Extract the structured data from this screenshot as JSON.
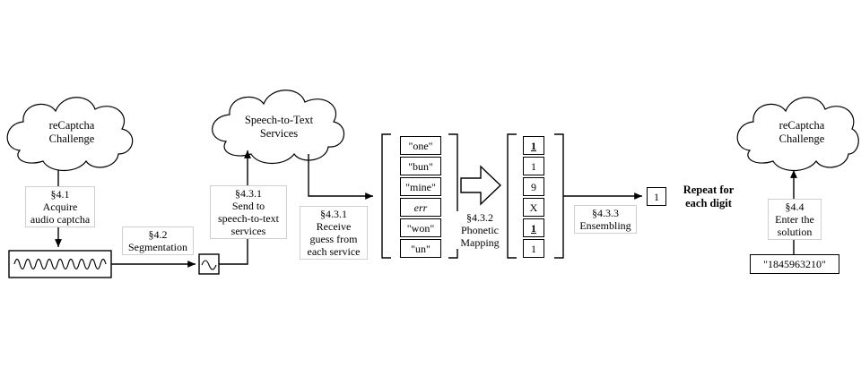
{
  "clouds": {
    "left": [
      "reCaptcha",
      "Challenge"
    ],
    "middle": [
      "Speech-to-Text",
      "Services"
    ],
    "right": [
      "reCaptcha",
      "Challenge"
    ]
  },
  "steps": {
    "acquire": [
      "§4.1",
      "Acquire",
      "audio captcha"
    ],
    "segmentation": [
      "§4.2",
      "Segmentation"
    ],
    "send": [
      "§4.3.1",
      "Send to",
      "speech-to-text",
      "services"
    ],
    "receive": [
      "§4.3.1",
      "Receive",
      "guess from",
      "each service"
    ],
    "phonetic": [
      "§4.3.2",
      "Phonetic",
      "Mapping"
    ],
    "ensembling": [
      "§4.3.3",
      "Ensembling"
    ],
    "enter": [
      "§4.4",
      "Enter the",
      "solution"
    ]
  },
  "guesses": [
    "\"one\"",
    "\"bun\"",
    "\"mine\"",
    "err",
    "\"won\"",
    "\"un\""
  ],
  "mapped": [
    "1",
    "1",
    "9",
    "X",
    "1",
    "1"
  ],
  "result_digit": "1",
  "repeat_note": [
    "Repeat for",
    "each digit"
  ],
  "solution": "\"1845963210\""
}
